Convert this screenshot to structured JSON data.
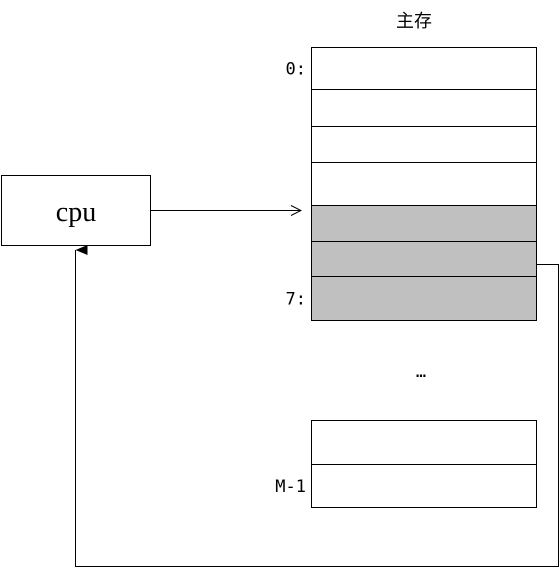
{
  "title": "主存",
  "cpu": {
    "label": "cpu"
  },
  "memory": {
    "top_block": {
      "rows": [
        {
          "label": "0:",
          "shaded": false
        },
        {
          "label": "",
          "shaded": false
        },
        {
          "label": "",
          "shaded": false
        },
        {
          "label": "",
          "shaded": false
        },
        {
          "label": "",
          "shaded": true
        },
        {
          "label": "",
          "shaded": true
        },
        {
          "label": "7:",
          "shaded": true
        }
      ]
    },
    "ellipsis": "…",
    "bottom_block": {
      "rows": [
        {
          "label": "",
          "shaded": false
        },
        {
          "label": "M-1",
          "shaded": false
        }
      ]
    }
  },
  "colors": {
    "shaded_cell": "#c0c0c0",
    "line": "#000000"
  }
}
